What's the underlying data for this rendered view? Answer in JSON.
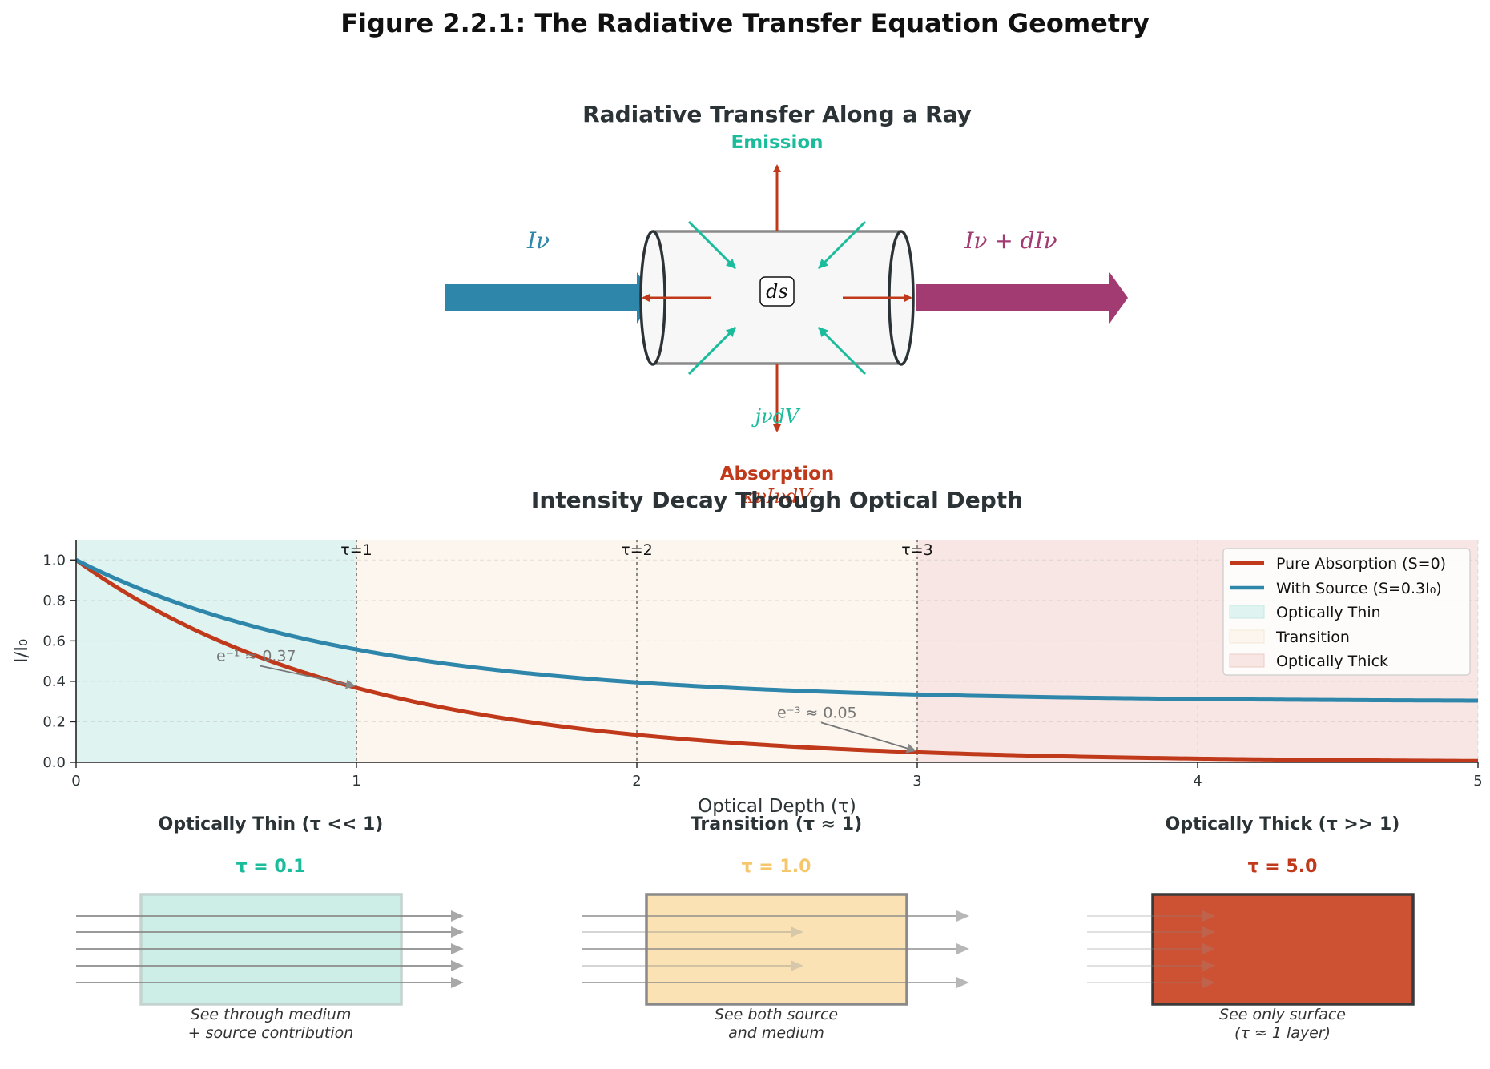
{
  "figure_title": "Figure 2.2.1: The Radiative Transfer Equation Geometry",
  "colors": {
    "absorption": "#c0391b",
    "source": "#2e86ab",
    "emission": "#1abc9c",
    "output": "#a23b72",
    "thin_region": "#dff3f0",
    "transition_region": "#fcf6ee",
    "thick_region": "#f7e6e3",
    "transition_box": "#fbe2b4",
    "transition_label": "#f5c76a"
  },
  "diagram": {
    "title": "Radiative Transfer Along a Ray",
    "incoming_label": "Iν",
    "outgoing_label": "Iν + dIν",
    "element_label": "ds",
    "emission_label": "Emission",
    "emission_term": "jνdV",
    "absorption_label": "Absorption",
    "absorption_term": "κνIνdV"
  },
  "chart_data": {
    "type": "line",
    "title": "Intensity Decay Through Optical Depth",
    "xlabel": "Optical Depth (τ)",
    "ylabel": "I/I₀",
    "xlim": [
      0,
      5
    ],
    "ylim": [
      0,
      1.1
    ],
    "xticks": [
      0,
      1,
      2,
      3,
      4,
      5
    ],
    "yticks": [
      0.0,
      0.2,
      0.4,
      0.6,
      0.8,
      1.0
    ],
    "ytick_labels": [
      "0.0",
      "0.2",
      "0.4",
      "0.6",
      "0.8",
      "1.0"
    ],
    "grid": true,
    "legend_position": "top-right",
    "series": [
      {
        "name": "Pure Absorption (S=0)",
        "formula": "exp(-τ)",
        "color": "#c0391b"
      },
      {
        "name": "With Source (S=0.3I₀)",
        "formula": "exp(-τ) + 0.3(1 - exp(-τ))",
        "color": "#2e86ab"
      }
    ],
    "regions": [
      {
        "name": "Optically Thin",
        "x": [
          0,
          1
        ],
        "color": "#dff3f0"
      },
      {
        "name": "Transition",
        "x": [
          1,
          3
        ],
        "color": "#fcf6ee"
      },
      {
        "name": "Optically Thick",
        "x": [
          3,
          5
        ],
        "color": "#f7e6e3"
      }
    ],
    "vlines": [
      {
        "x": 1,
        "label": "τ=1"
      },
      {
        "x": 2,
        "label": "τ=2"
      },
      {
        "x": 3,
        "label": "τ=3"
      }
    ],
    "annotations": [
      {
        "text": "e⁻¹ ≈ 0.37",
        "point": [
          1,
          0.37
        ],
        "text_at": [
          0.5,
          0.5
        ]
      },
      {
        "text": "e⁻³ ≈ 0.05",
        "point": [
          3,
          0.05
        ],
        "text_at": [
          2.5,
          0.22
        ]
      }
    ]
  },
  "panels": [
    {
      "title": "Optically Thin (τ << 1)",
      "tau_label": "τ = 0.1",
      "tau": 0.1,
      "tau_color": "#1abc9c",
      "box_fill": "#cdeee6",
      "box_stroke": "#c3d3d0",
      "caption_line1": "See through medium",
      "caption_line2": "+ source contribution"
    },
    {
      "title": "Transition (τ ≈ 1)",
      "tau_label": "τ = 1.0",
      "tau": 1.0,
      "tau_color": "#f5c76a",
      "box_fill": "#fbe2b4",
      "box_stroke": "#8a8a8a",
      "caption_line1": "See both source",
      "caption_line2": "and medium"
    },
    {
      "title": "Optically Thick (τ >> 1)",
      "tau_label": "τ = 5.0",
      "tau": 5.0,
      "tau_color": "#c0391b",
      "box_fill": "#cc5233",
      "box_stroke": "#3a3a3a",
      "caption_line1": "See only surface",
      "caption_line2": "(τ ≈ 1 layer)"
    }
  ]
}
